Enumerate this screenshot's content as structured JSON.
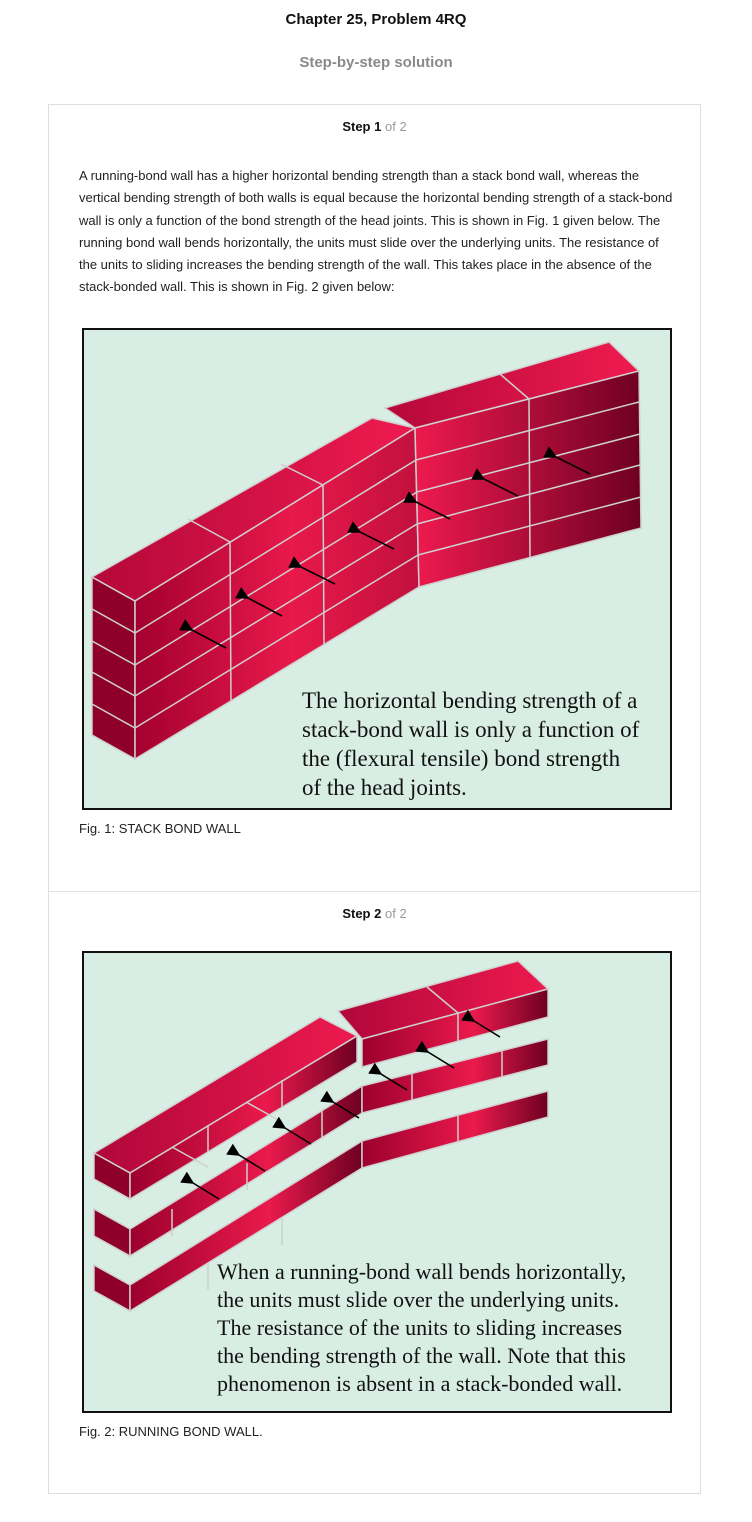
{
  "header": {
    "title": "Chapter 25, Problem 4RQ",
    "subtitle": "Step-by-step solution"
  },
  "steps": [
    {
      "label": "Step",
      "number": "1",
      "of_text": "of 2",
      "text": "A running-bond wall has a higher horizontal bending strength than a stack bond wall, whereas the vertical bending strength of both walls is equal because the horizontal bending strength of a stack-bond wall is only a function of the bond strength of the head joints. This is shown in Fig. 1 given below. The running bond wall bends horizontally, the units must slide over the underlying units. The resistance of the units to sliding increases the bending strength of the wall. This takes place in the absence of the stack-bonded wall. This is shown in Fig. 2 given below:",
      "figure": {
        "annotation_lines": [
          "The horizontal bending strength of a",
          "stack-bond wall is only a function of",
          "the (flexural tensile) bond strength",
          "of the head joints."
        ],
        "caption": "Fig. 1: STACK BOND WALL"
      }
    },
    {
      "label": "Step",
      "number": "2",
      "of_text": "of 2",
      "figure": {
        "annotation_lines": [
          "When a running-bond wall bends horizontally,",
          "the units must slide over the underlying units.",
          "The resistance of the units to sliding increases",
          "the bending strength of the wall. Note that this",
          "phenomenon is absent in a stack-bonded wall."
        ],
        "caption": "Fig. 2: RUNNING BOND WALL."
      }
    }
  ],
  "colors": {
    "figure_background": "#d8ede3",
    "brick_bright": "#ee1a4e",
    "brick_dark": "#7a0024",
    "mortar": "#cfcfcf"
  }
}
